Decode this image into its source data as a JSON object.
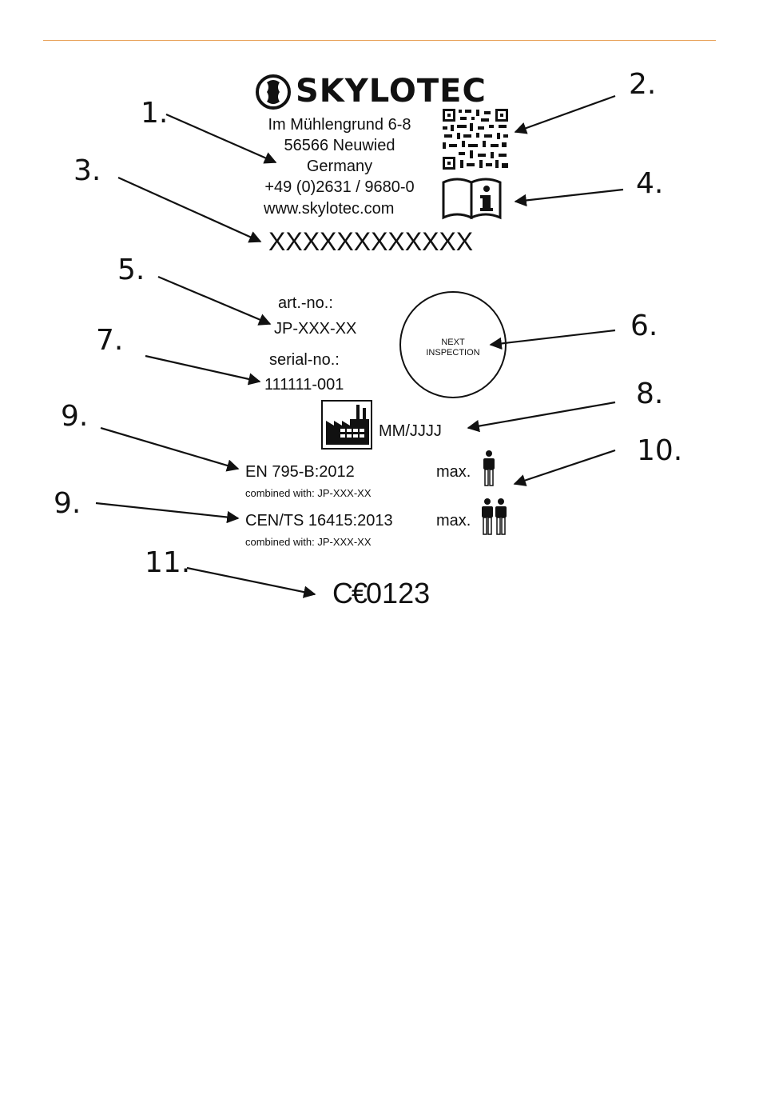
{
  "brand": {
    "name": "SKYLOTEC",
    "logo_icon": "skylotec-logo-icon"
  },
  "address": {
    "street": "Im Mühlengrund 6-8",
    "city": "56566 Neuwied",
    "country": "Germany",
    "phone": "+49 (0)2631 / 9680-0",
    "web": "www.skylotec.com"
  },
  "product_name": "XXXXXXXXXXXX",
  "article": {
    "label": "art.-no.:",
    "value": "JP-XXX-XX"
  },
  "serial": {
    "label": "serial-no.:",
    "value": "111111-001"
  },
  "inspection": {
    "line1": "NEXT",
    "line2": "INSPECTION"
  },
  "manufacture_date": "MM/JJJJ",
  "standards": [
    {
      "name": "EN 795-B:2012",
      "combined": "combined with: JP-XXX-XX",
      "max_label": "max."
    },
    {
      "name": "CEN/TS 16415:2013",
      "combined": "combined with: JP-XXX-XX",
      "max_label": "max."
    }
  ],
  "ce": {
    "mark": "C€",
    "number": "0123"
  },
  "callouts": [
    "1.",
    "2.",
    "3.",
    "4.",
    "5.",
    "6.",
    "7.",
    "8.",
    "9.",
    "10.",
    "9.",
    "11."
  ],
  "colors": {
    "rule": "#e8a25a",
    "ink": "#111111"
  },
  "icons": [
    "qr-code-icon",
    "manual-info-icon",
    "factory-icon",
    "person-icon",
    "two-persons-icon"
  ]
}
